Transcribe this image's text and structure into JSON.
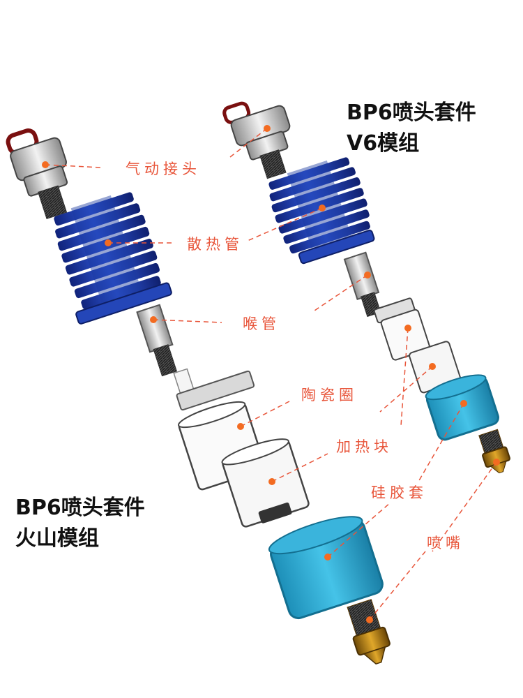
{
  "titles": {
    "v6_line1": "BP6喷头套件",
    "v6_line2": "V6模组",
    "volcano_line1": "BP6喷头套件",
    "volcano_line2": "火山模组"
  },
  "labels": {
    "pneumatic_fitting": "气动接头",
    "heatsink": "散热管",
    "throat": "喉管",
    "ceramic_ring": "陶瓷圈",
    "heater_block": "加热块",
    "silicone_sock": "硅胶套",
    "nozzle": "喷嘴"
  },
  "colors": {
    "label": "#e8553a",
    "leader": "#e8553a",
    "dot": "#f36b21",
    "heatsink_blue": "#1f3fa8",
    "sock_cyan": "#2fb0d6",
    "nozzle_brass": "#b8860b"
  }
}
